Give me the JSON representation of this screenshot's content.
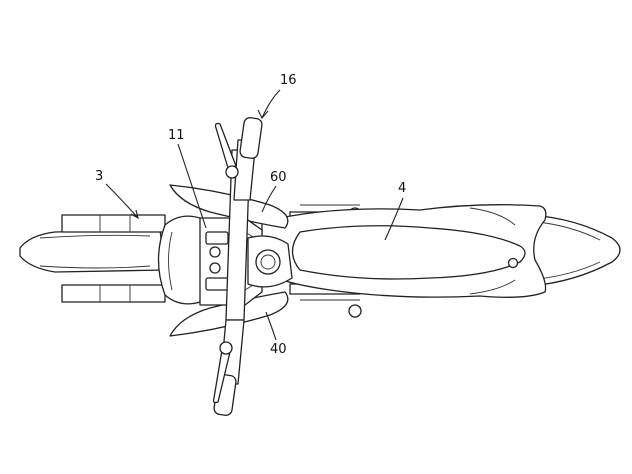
{
  "reference_numerals": {
    "ref_16": "16",
    "ref_11": "11",
    "ref_60": "60",
    "ref_3": "3",
    "ref_4": "4",
    "ref_40": "40"
  }
}
